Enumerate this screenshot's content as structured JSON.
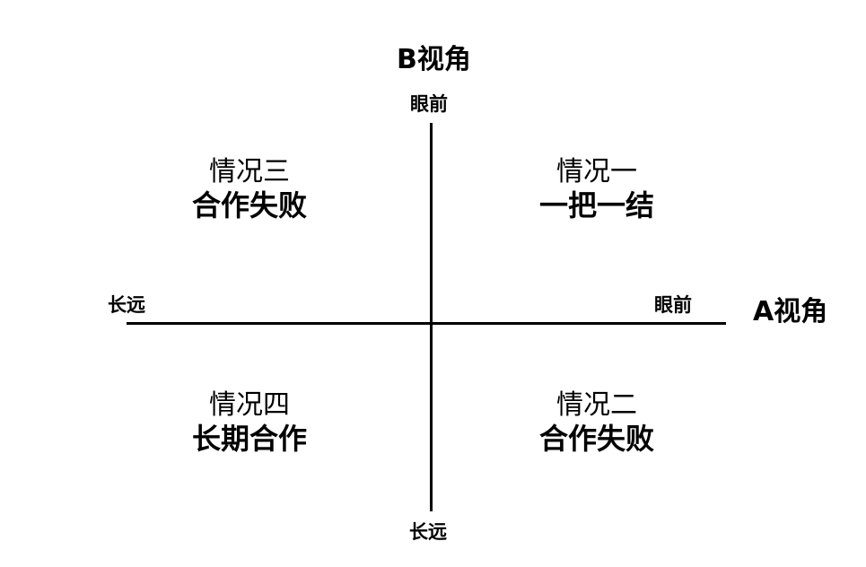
{
  "axes": {
    "vertical": {
      "title": "B视角",
      "top_label": "眼前",
      "bottom_label": "长远"
    },
    "horizontal": {
      "title": "A视角",
      "left_label": "长远",
      "right_label": "眼前"
    }
  },
  "quadrants": {
    "top_left": {
      "case": "情况三",
      "result": "合作失败"
    },
    "top_right": {
      "case": "情况一",
      "result": "一把一结"
    },
    "bottom_left": {
      "case": "情况四",
      "result": "长期合作"
    },
    "bottom_right": {
      "case": "情况二",
      "result": "合作失败"
    }
  },
  "colors": {
    "line": "#000000",
    "text": "#000000",
    "background": "#ffffff"
  }
}
